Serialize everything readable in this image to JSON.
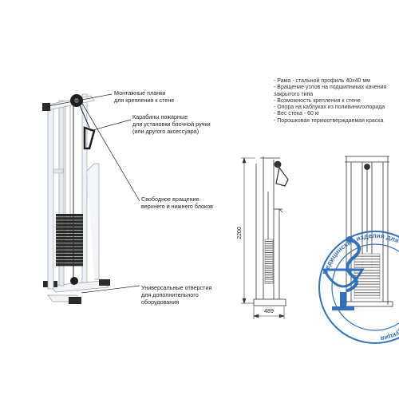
{
  "callouts": {
    "mount_plates": [
      "Монтажные планки",
      "для крепления к стене"
    ],
    "carabiners": [
      "Карабины пожарные",
      "для установки блочной ручки",
      "(или другого аксессуара)"
    ],
    "rotation": [
      "Свободное вращение",
      "верхнего и нижнего блоков"
    ],
    "holes": [
      "Универсальные отверстия",
      "для дополнительного",
      "оборудования"
    ]
  },
  "specs": [
    "- Рама - стальной профиль 40х40 мм",
    "- Вращение узлов на подшипниках качения",
    "закрытого типа",
    "- Возможность крепления к стене",
    "- Опора на каблуках из поливинилхлорида",
    "- Вес стека - 60 кг",
    "- Порошковая термоотверждаемая краска"
  ],
  "dimensions": {
    "height": "2200",
    "depth": "489"
  },
  "watermark": {
    "text": "Медицинские изделия для медицинских учреждений Продукция"
  },
  "colors": {
    "frame": "#e9edf2",
    "stack": "#2a2a2a",
    "seal": "#1f63b5"
  }
}
